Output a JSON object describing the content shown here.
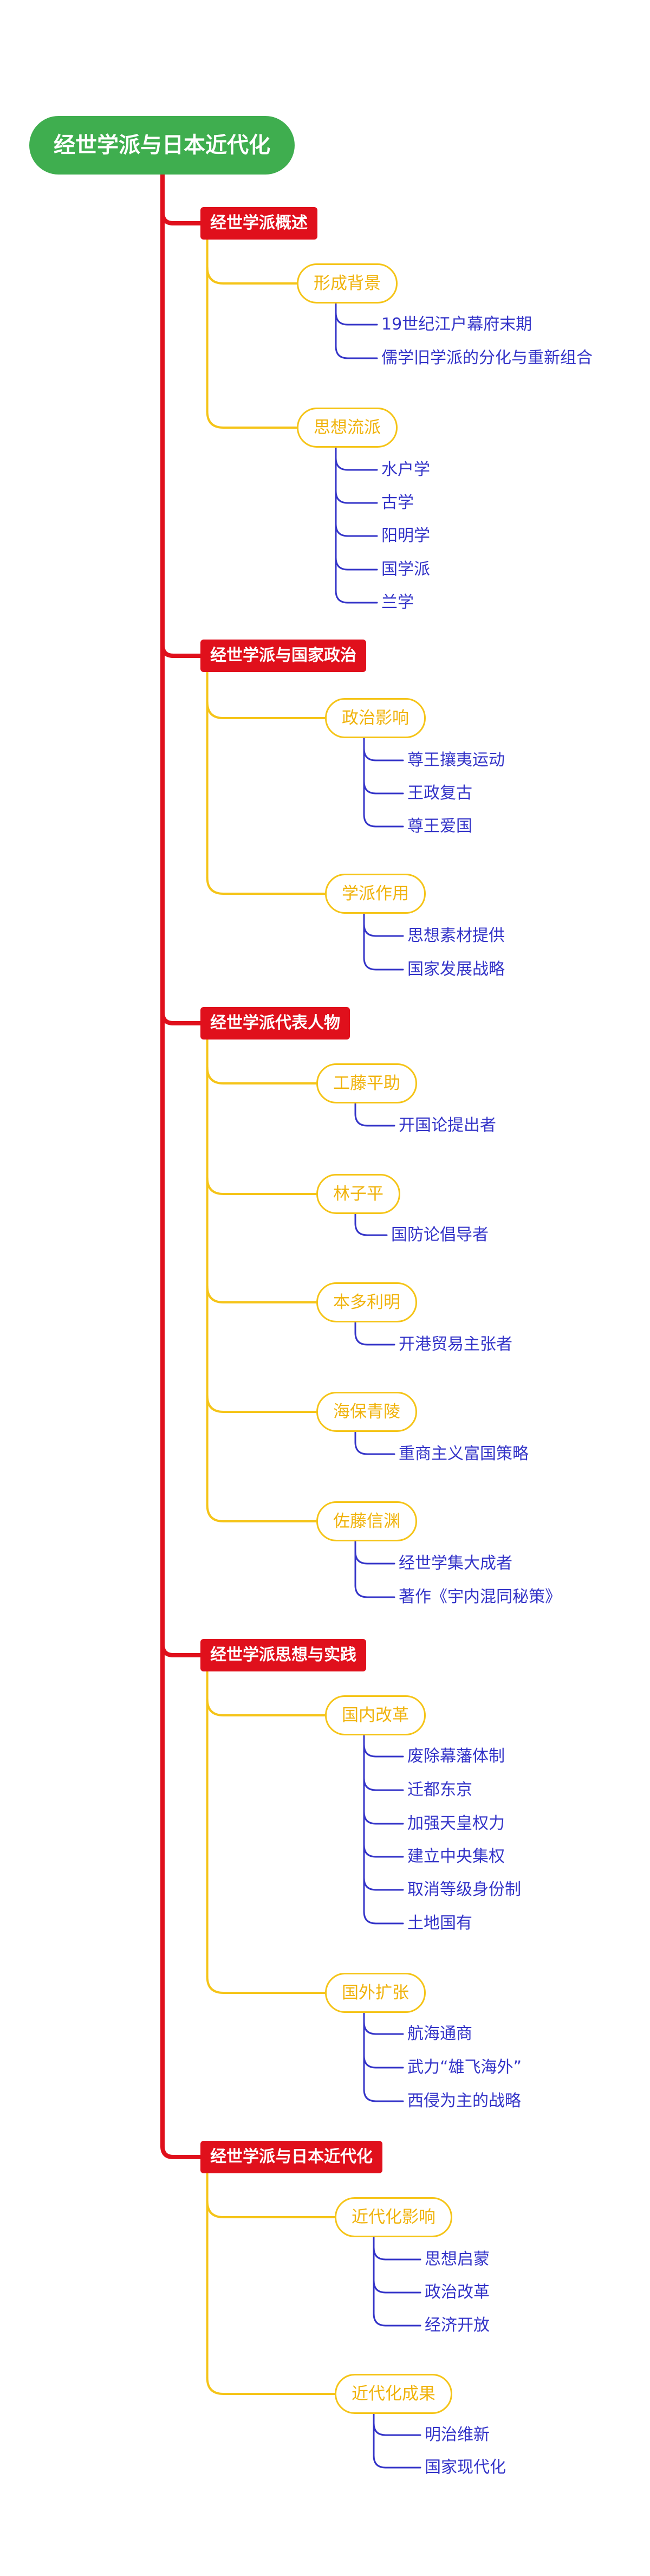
{
  "root": "经世学派与日本近代化",
  "colors": {
    "root": "#3fae4f",
    "branch": "#e0101c",
    "sub": "#f5c418",
    "leaf": "#3434c8"
  },
  "branches": [
    {
      "label": "经世学派概述",
      "subs": [
        {
          "label": "形成背景",
          "leaves": [
            "19世纪江户幕府末期",
            "儒学旧学派的分化与重新组合"
          ]
        },
        {
          "label": "思想流派",
          "leaves": [
            "水户学",
            "古学",
            "阳明学",
            "国学派",
            "兰学"
          ]
        }
      ]
    },
    {
      "label": "经世学派与国家政治",
      "subs": [
        {
          "label": "政治影响",
          "leaves": [
            "尊王攘夷运动",
            "王政复古",
            "尊王爱国"
          ]
        },
        {
          "label": "学派作用",
          "leaves": [
            "思想素材提供",
            "国家发展战略"
          ]
        }
      ]
    },
    {
      "label": "经世学派代表人物",
      "subs": [
        {
          "label": "工藤平助",
          "leaves": [
            "开国论提出者"
          ]
        },
        {
          "label": "林子平",
          "leaves": [
            "国防论倡导者"
          ]
        },
        {
          "label": "本多利明",
          "leaves": [
            "开港贸易主张者"
          ]
        },
        {
          "label": "海保青陵",
          "leaves": [
            "重商主义富国策略"
          ]
        },
        {
          "label": "佐藤信渊",
          "leaves": [
            "经世学集大成者",
            "著作《宇内混同秘策》"
          ]
        }
      ]
    },
    {
      "label": "经世学派思想与实践",
      "subs": [
        {
          "label": "国内改革",
          "leaves": [
            "废除幕藩体制",
            "迁都东京",
            "加强天皇权力",
            "建立中央集权",
            "取消等级身份制",
            "土地国有"
          ]
        },
        {
          "label": "国外扩张",
          "leaves": [
            "航海通商",
            "武力“雄飞海外”",
            "西侵为主的战略"
          ]
        }
      ]
    },
    {
      "label": "经世学派与日本近代化",
      "subs": [
        {
          "label": "近代化影响",
          "leaves": [
            "思想启蒙",
            "政治改革",
            "经济开放"
          ]
        },
        {
          "label": "近代化成果",
          "leaves": [
            "明治维新",
            "国家现代化"
          ]
        }
      ]
    }
  ]
}
